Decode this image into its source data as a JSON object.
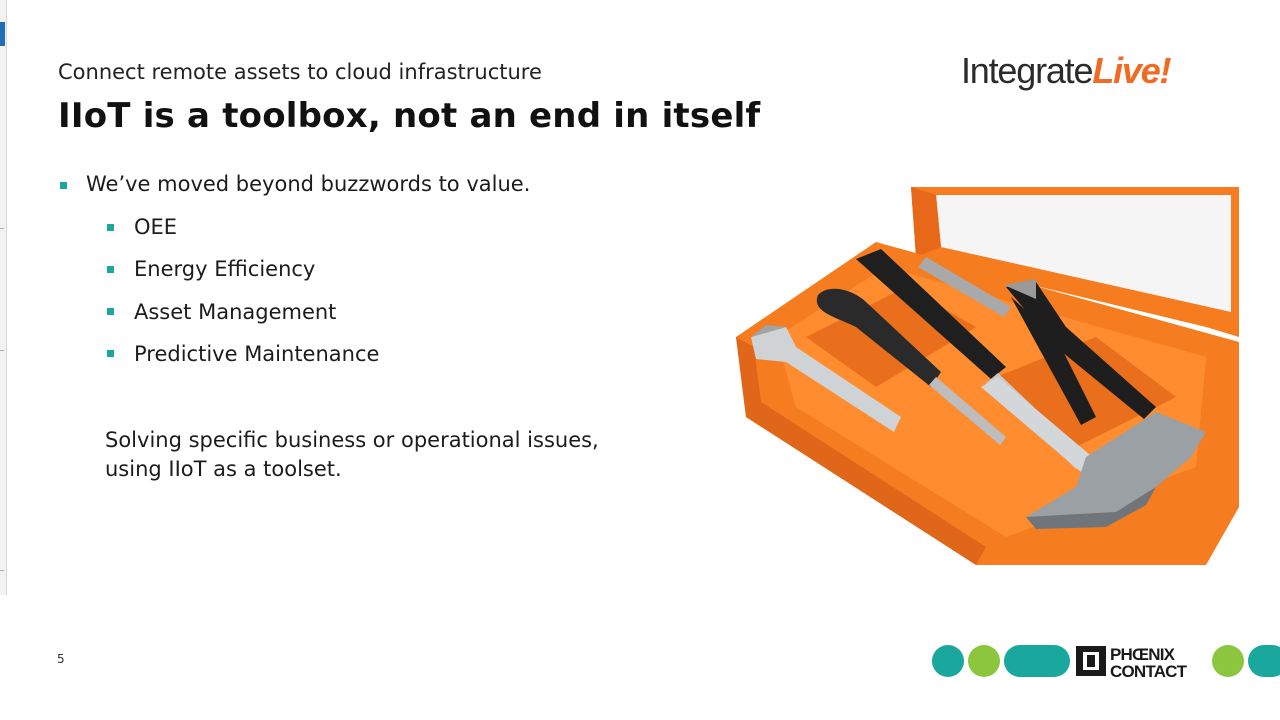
{
  "slide": {
    "subtitle": "Connect remote assets to cloud infrastructure",
    "title": "IIoT is a toolbox, not an end in itself",
    "bullet_main": "We’ve moved beyond buzzwords to value.",
    "sub_bullets": [
      "OEE",
      "Energy Efficiency",
      "Asset Management",
      "Predictive Maintenance"
    ],
    "closing_line1": "Solving specific business or operational issues,",
    "closing_line2": "using IIoT as a toolset.",
    "page_number": "5"
  },
  "logo": {
    "part1": "Integrate",
    "part2": "Live!"
  },
  "brand": {
    "line1": "PHŒNIX",
    "line2": "CONTACT"
  },
  "image": {
    "subject": "orange toolbox with hammer, screwdriver, pliers, wrench and bits"
  },
  "colors": {
    "accent_teal": "#1aa79d",
    "logo_orange": "#f26a21",
    "dot_lime": "#8cc63f",
    "toolbox_orange": "#f57c1f"
  }
}
